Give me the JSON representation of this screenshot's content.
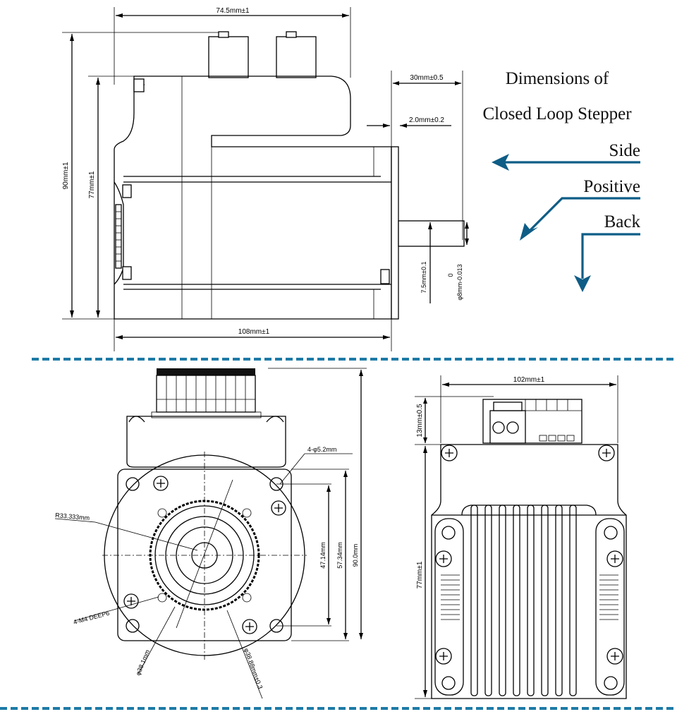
{
  "labels": {
    "top_width": "74.5mm±1",
    "flange_depth": "30mm±0.5",
    "flange_thk": "2.0mm±0.2",
    "height_90": "90mm±1",
    "height_77": "77mm±1",
    "length_108": "108mm±1",
    "shaft_len": "7.5mm±0.1",
    "shaft_tol_top": "0",
    "shaft_dia": "φ8mm-0.013",
    "holes_4": "4-φ5.2mm",
    "radius": "R33.333mm",
    "m4": "4-M4 DEEP6",
    "d381": "φ38.1mm",
    "d3888": "φ38.88mm±0.3",
    "d4714": "47.14mm",
    "d5734": "57.34mm",
    "d900": "90.0mm",
    "back_width": "102mm±1",
    "back_13": "13mm±0.5",
    "back_77": "77mm±1"
  },
  "legend": {
    "line1": "Dimensions of",
    "line2": "Closed Loop Stepper",
    "side": "Side",
    "positive": "Positive",
    "back": "Back"
  },
  "colors": {
    "separator": "#1d7aa6",
    "arrow": "#0e5d86"
  }
}
